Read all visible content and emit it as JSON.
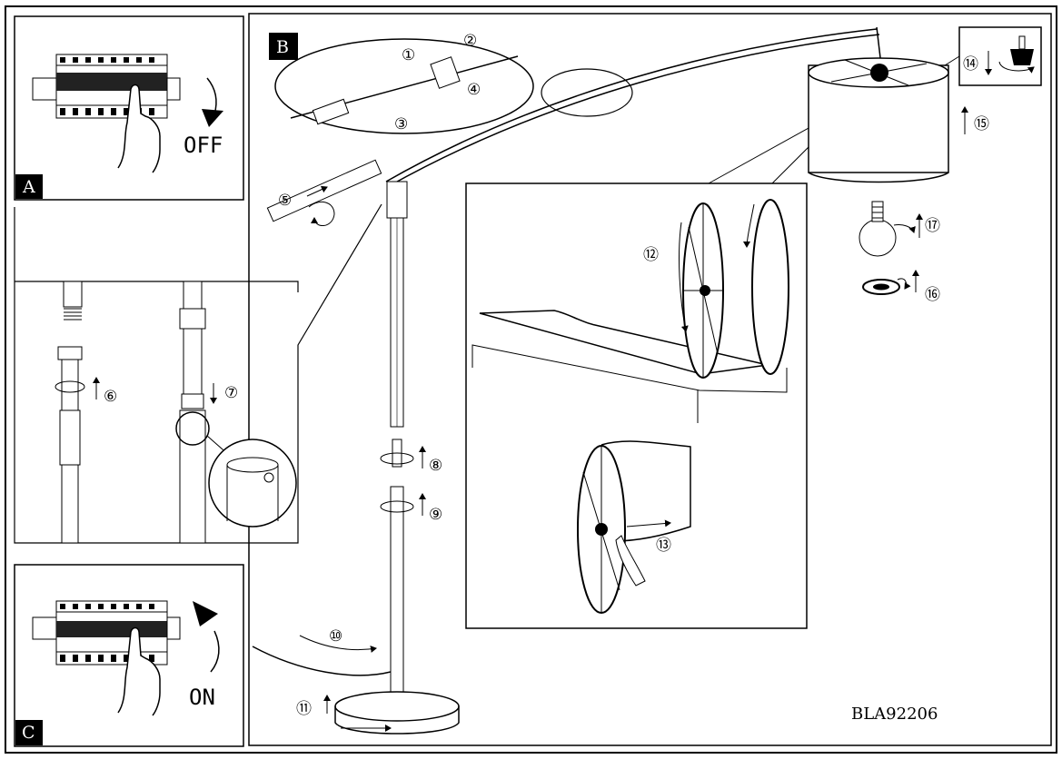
{
  "panels": {
    "a": {
      "caption": "A",
      "switch_state": "OFF"
    },
    "b": {
      "caption": "B"
    },
    "c": {
      "caption": "C",
      "switch_state": "ON"
    }
  },
  "steps": [
    "①",
    "②",
    "③",
    "④",
    "⑤",
    "⑥",
    "⑦",
    "⑧",
    "⑨",
    "⑩",
    "⑪",
    "⑫",
    "⑬",
    "⑭",
    "⑮",
    "⑯",
    "⑰"
  ],
  "model_code": "BLA92206",
  "colors": {
    "ink": "#000000",
    "paper": "#ffffff"
  }
}
